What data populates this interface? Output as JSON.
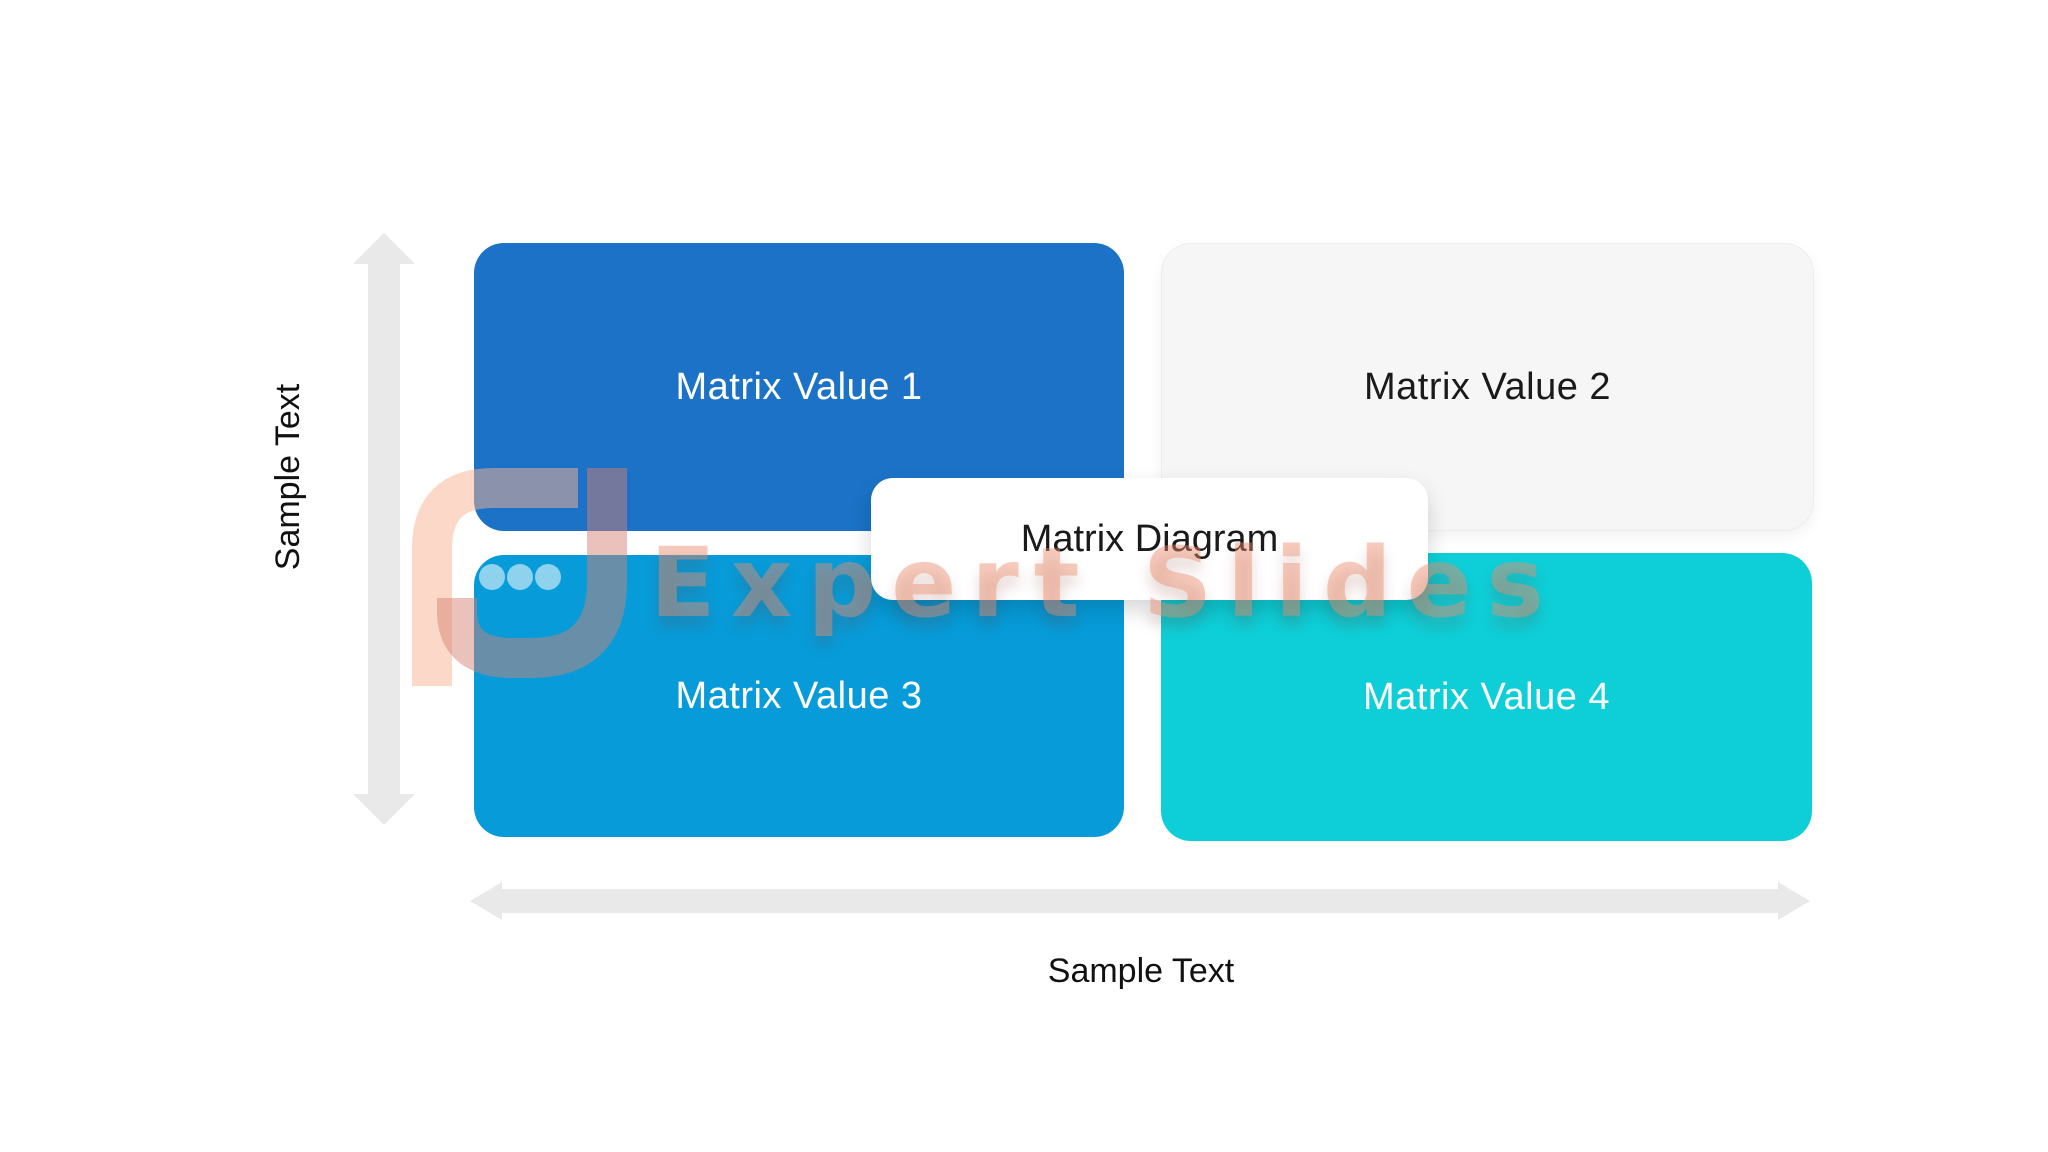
{
  "slide": {
    "title": "Matrix Diagram",
    "quadrants": [
      {
        "label": "Matrix Value 1",
        "color": "#1b72c6",
        "text_color": "#ffffff"
      },
      {
        "label": "Matrix Value 2",
        "color": "#f6f6f7",
        "text_color": "#1a1a1a"
      },
      {
        "label": "Matrix Value 3",
        "color": "#079cd9",
        "text_color": "#ffffff"
      },
      {
        "label": "Matrix Value 4",
        "color": "#0ecfd8",
        "text_color": "#ffffff"
      }
    ],
    "y_axis_label": "Sample Text",
    "x_axis_label": "Sample Text",
    "axis_arrow_color": "#e9e9e9",
    "title_box_color": "#ffffff"
  },
  "watermark": {
    "text": "Expert Slides",
    "logo_icon": "speech-bubble-three-dots-logo",
    "color": "#ee8e6e"
  }
}
